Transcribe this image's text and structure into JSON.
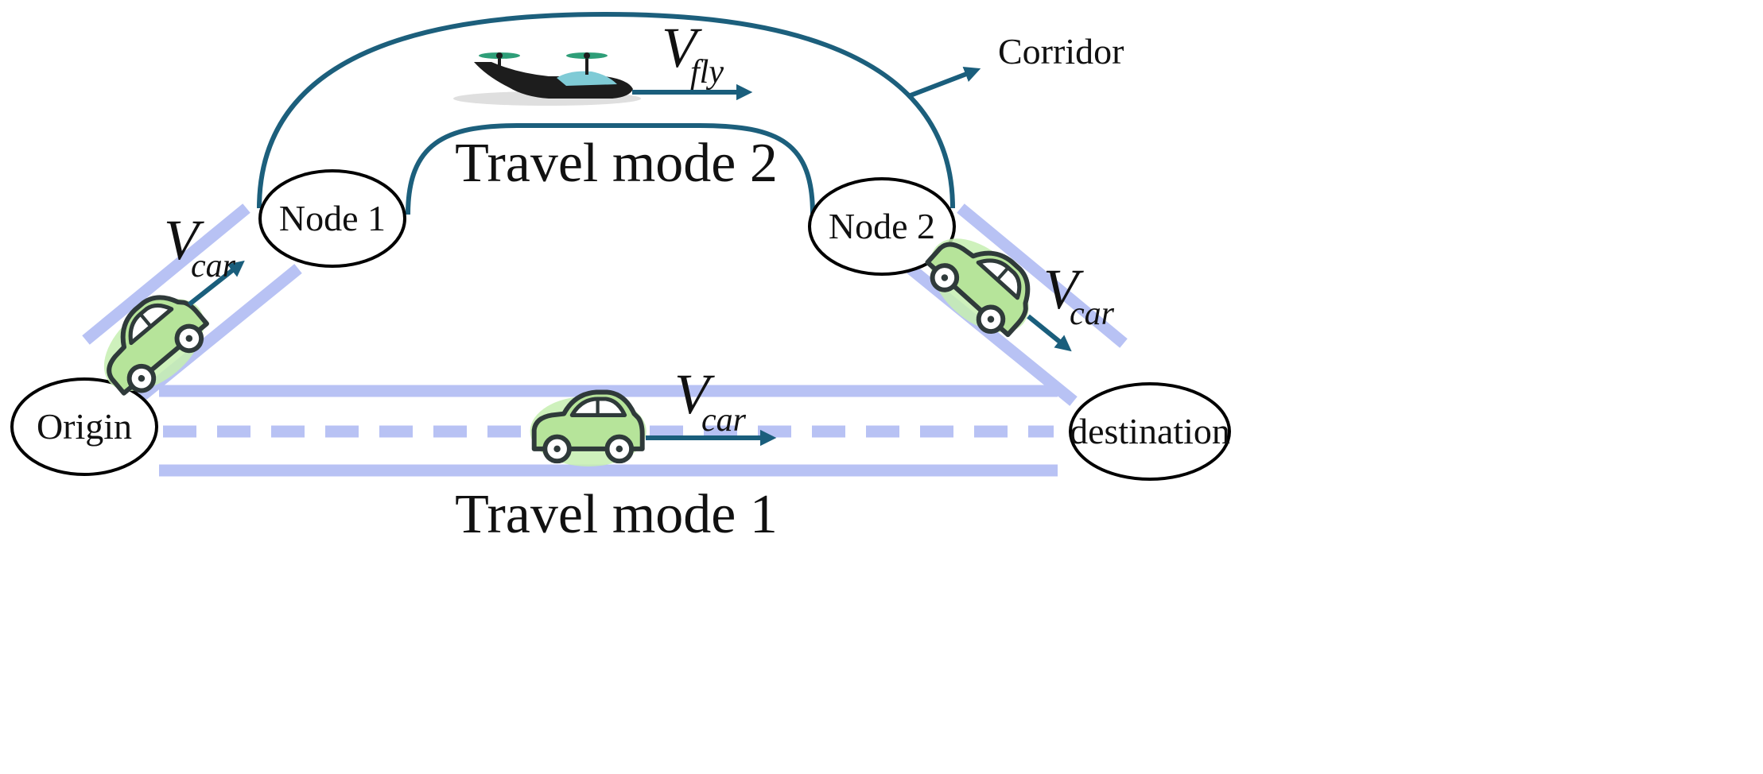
{
  "colors": {
    "corridor": "#1c5f7c",
    "road": "#b8c2f4",
    "arrow": "#1a5e7c",
    "car_body": "#b6e49a",
    "car_outline": "#2f3a3a",
    "node_outline": "#000000"
  },
  "nodes": {
    "origin": "Origin",
    "node1": "Node 1",
    "node2": "Node 2",
    "destination": "destination"
  },
  "labels": {
    "corridor": "Corridor",
    "travel_mode_1": "Travel mode 1",
    "travel_mode_2": "Travel mode 2"
  },
  "speeds": {
    "fly": {
      "main": "V",
      "sub": "fly"
    },
    "car_left": {
      "main": "V",
      "sub": "car"
    },
    "car_right": {
      "main": "V",
      "sub": "car"
    },
    "car_bottom": {
      "main": "V",
      "sub": "car"
    }
  },
  "icons": {
    "flying_vehicle": "flying-car-icon",
    "car": "car-icon",
    "arrow": "arrow-icon"
  }
}
